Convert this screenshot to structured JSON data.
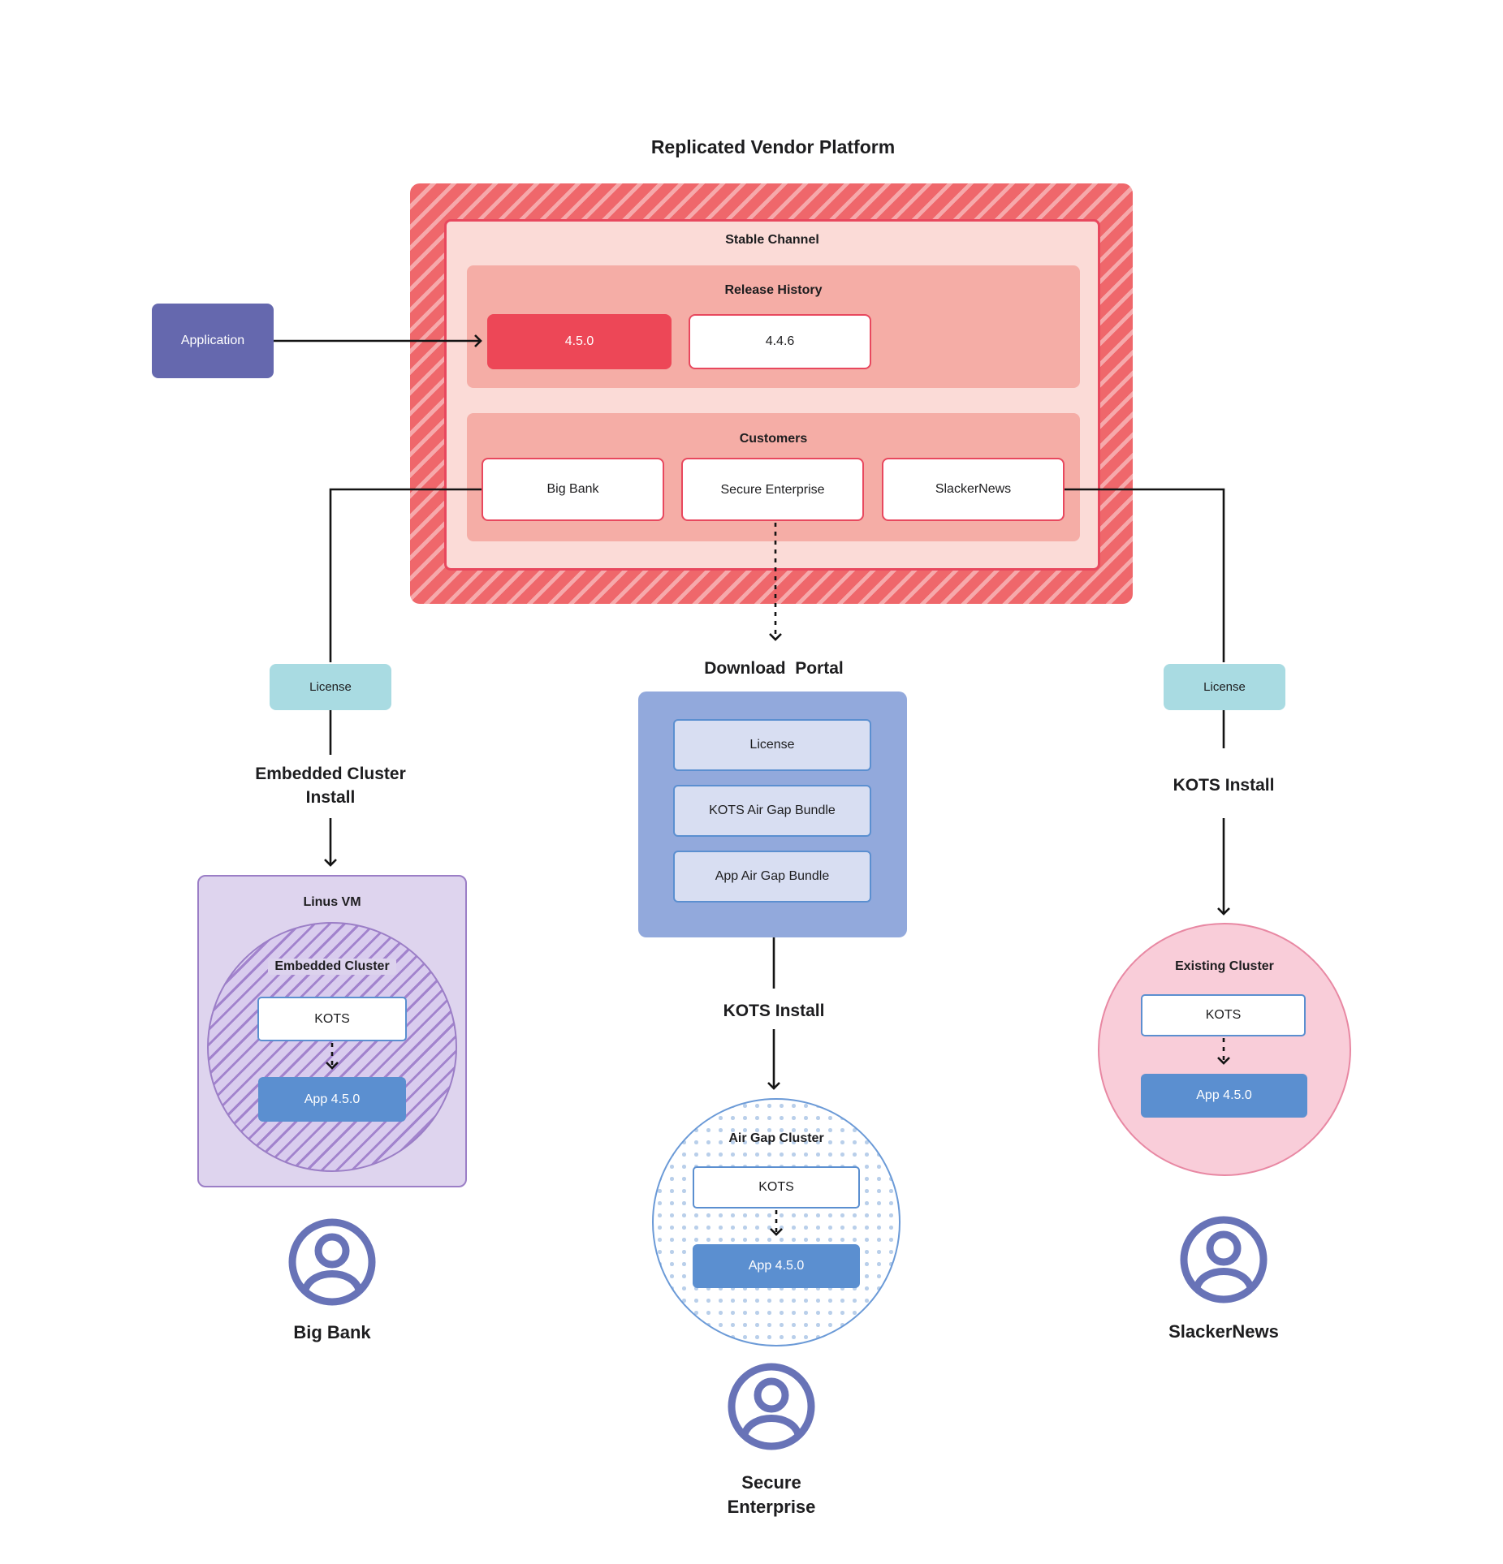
{
  "title": "Replicated Vendor Platform",
  "platform": {
    "stable_channel_label": "Stable Channel",
    "release_history": {
      "label": "Release History",
      "releases": [
        {
          "version": "4.5.0",
          "state": "current"
        },
        {
          "version": "4.4.6",
          "state": "previous"
        }
      ]
    },
    "customers": {
      "label": "Customers",
      "items": [
        "Big Bank",
        "Secure Enterprise",
        "SlackerNews"
      ]
    }
  },
  "application_label": "Application",
  "flows": {
    "left": {
      "license_label": "License",
      "install_label": "Embedded Cluster Install",
      "vm_label": "Linus VM",
      "cluster_label": "Embedded Cluster",
      "kots_label": "KOTS",
      "app_label": "App 4.5.0",
      "user_label": "Big Bank"
    },
    "middle": {
      "portal_title": "Download  Portal",
      "portal_items": [
        "License",
        "KOTS Air Gap Bundle",
        "App Air Gap Bundle"
      ],
      "install_label": "KOTS Install",
      "cluster_label": "Air Gap Cluster",
      "kots_label": "KOTS",
      "app_label": "App 4.5.0",
      "user_label": "Secure Enterprise"
    },
    "right": {
      "license_label": "License",
      "install_label": "KOTS Install",
      "cluster_label": "Existing Cluster",
      "kots_label": "KOTS",
      "app_label": "App 4.5.0",
      "user_label": "SlackerNews"
    }
  },
  "icons": {
    "user": "person-in-circle"
  },
  "colors": {
    "red-accent": "#e8485e",
    "red-fill": "#ed4757",
    "hatch-red-base": "#ef676b",
    "hatch-red-stripe": "#f6a9ab",
    "pink-light": "#fbdbd7",
    "salmon": "#f5ada6",
    "purple-app": "#6568ae",
    "teal": "#a9dbe2",
    "lavender": "#ded4ee",
    "purple-border": "#9b7ec6",
    "purple-hatch": "#a283cd",
    "blue-app": "#5b8fd0",
    "portal-blue": "#92a9dc",
    "portal-item-bg": "#d8def2",
    "portal-item-border": "#5b8fd0",
    "dot-blue": "#b9cfea",
    "circle-blue-border": "#6b9ad7",
    "pink-circle": "#f9cdd9",
    "pink-circle-border": "#e888a3",
    "user-icon": "#6873b7"
  }
}
